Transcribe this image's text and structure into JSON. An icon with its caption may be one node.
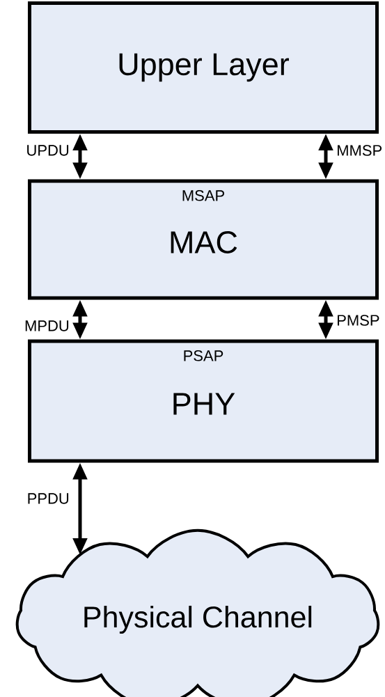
{
  "diagram": {
    "nodes": [
      {
        "text": [
          "Upper Layer"
        ]
      },
      {
        "text": [
          "MSAP",
          "MAC"
        ]
      },
      {
        "text": [
          "PSAP",
          "PHY"
        ]
      },
      {
        "text": [
          "Physical Channel"
        ]
      }
    ],
    "edges": [
      {
        "from": 0,
        "to": 1,
        "arrow": "both",
        "label": "UPDU"
      },
      {
        "from": 0,
        "to": 1,
        "arrow": "both",
        "label": "MMSP"
      },
      {
        "from": 1,
        "to": 2,
        "arrow": "both",
        "label": "MPDU"
      },
      {
        "from": 1,
        "to": 2,
        "arrow": "both",
        "label": "PMSP"
      },
      {
        "from": 2,
        "to": 3,
        "arrow": "both",
        "label": "PPDU"
      }
    ]
  }
}
